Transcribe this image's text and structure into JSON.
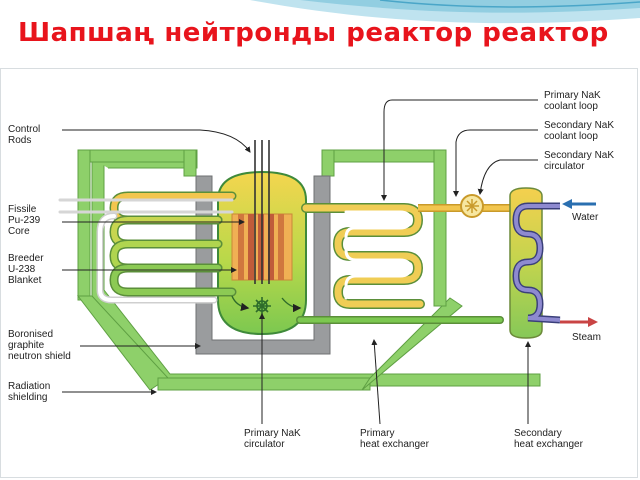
{
  "title": "Шапшаң нейтронды реактор реактор",
  "labels": {
    "control_rods": [
      "Control",
      "Rods"
    ],
    "fissile_core": [
      "Fissile",
      "Pu-239",
      "Core"
    ],
    "breeder_blanket": [
      "Breeder",
      "U-238",
      "Blanket"
    ],
    "boronised_shield": [
      "Boronised",
      "graphite",
      "neutron shield"
    ],
    "radiation_shielding": [
      "Radiation",
      "shielding"
    ],
    "primary_nak_circulator": [
      "Primary NaK",
      "circulator"
    ],
    "primary_heat_exchanger": [
      "Primary",
      "heat exchanger"
    ],
    "secondary_heat_exchanger": [
      "Secondary",
      "heat exchanger"
    ],
    "primary_nak_loop": [
      "Primary NaK",
      "coolant loop"
    ],
    "secondary_nak_loop": [
      "Secondary NaK",
      "coolant loop"
    ],
    "secondary_nak_circulator": [
      "Secondary NaK",
      "circulator"
    ],
    "water": "Water",
    "steam": "Steam"
  },
  "colors": {
    "title": "#e8141c",
    "shield_green": "#8ed06a",
    "hot_loop": "#f2c64e",
    "cool_loop": "#6cbf4e",
    "water_arrow": "#2a6fb0",
    "steam_arrow": "#c94444"
  }
}
